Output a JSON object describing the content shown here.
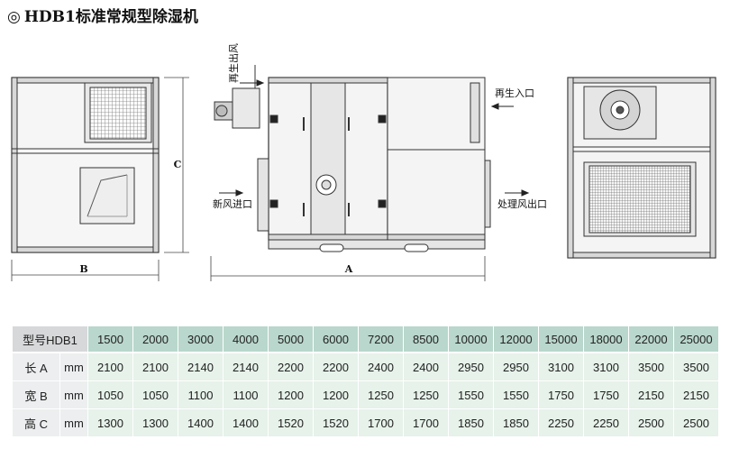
{
  "title": {
    "mark": "◎",
    "text": "HDB1标准常规型除湿机"
  },
  "drawing": {
    "dim_b": "B",
    "dim_c": "C",
    "dim_a": "A",
    "label_regen_out": "再生出风",
    "label_regen_in": "再生入口",
    "label_fresh_in": "新风进口",
    "label_process_out": "处理风出口"
  },
  "table": {
    "model_label": "型号HDB1",
    "models": [
      "1500",
      "2000",
      "3000",
      "4000",
      "5000",
      "6000",
      "7200",
      "8500",
      "10000",
      "12000",
      "15000",
      "18000",
      "22000",
      "25000"
    ],
    "rows": [
      {
        "label": "长 A",
        "unit": "mm",
        "values": [
          "2100",
          "2100",
          "2140",
          "2140",
          "2200",
          "2200",
          "2400",
          "2400",
          "2950",
          "2950",
          "3100",
          "3100",
          "3500",
          "3500"
        ]
      },
      {
        "label": "宽 B",
        "unit": "mm",
        "values": [
          "1050",
          "1050",
          "1100",
          "1100",
          "1200",
          "1200",
          "1250",
          "1250",
          "1550",
          "1550",
          "1750",
          "1750",
          "2150",
          "2150"
        ]
      },
      {
        "label": "高 C",
        "unit": "mm",
        "values": [
          "1300",
          "1300",
          "1400",
          "1400",
          "1520",
          "1520",
          "1700",
          "1700",
          "1850",
          "1850",
          "2250",
          "2250",
          "2500",
          "2500"
        ]
      }
    ]
  }
}
